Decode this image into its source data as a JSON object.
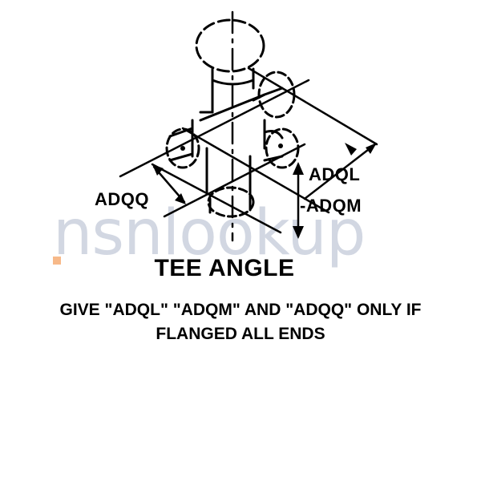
{
  "labels": {
    "adql": "ADQL",
    "adqm": "-ADQM",
    "adqq": "ADQQ"
  },
  "watermark": "nsnlookup",
  "title": "TEE ANGLE",
  "note": "GIVE \"ADQL\" \"ADQM\" AND \"ADQQ\" ONLY IF FLANGED ALL ENDS",
  "colors": {
    "ink": "#000000",
    "watermark": "#aeb8cc",
    "watermark_accent": "#f4a261"
  }
}
